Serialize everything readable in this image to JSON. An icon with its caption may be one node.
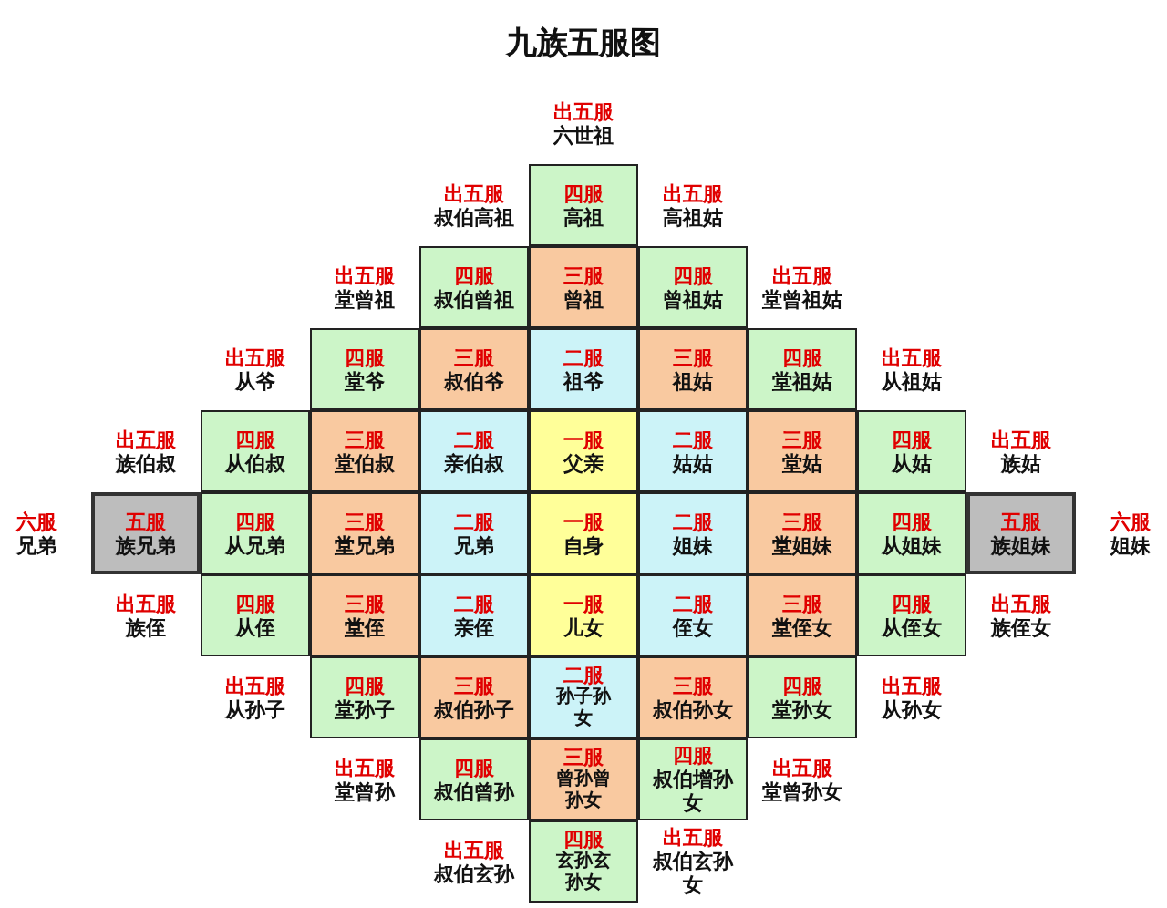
{
  "diagram": {
    "title": "九族五服图",
    "nodes": [
      {
        "text": [
          "四服",
          "高祖"
        ]
      },
      {
        "text": [
          "四服",
          "叔伯曾祖"
        ]
      },
      {
        "text": [
          "三服",
          "曾祖"
        ]
      },
      {
        "text": [
          "四服",
          "曾祖姑"
        ]
      },
      {
        "text": [
          "四服",
          "堂爷"
        ]
      },
      {
        "text": [
          "三服",
          "叔伯爷"
        ]
      },
      {
        "text": [
          "二服",
          "祖爷"
        ]
      },
      {
        "text": [
          "三服",
          "祖姑"
        ]
      },
      {
        "text": [
          "四服",
          "堂祖姑"
        ]
      },
      {
        "text": [
          "四服",
          "从伯叔"
        ]
      },
      {
        "text": [
          "三服",
          "堂伯叔"
        ]
      },
      {
        "text": [
          "二服",
          "亲伯叔"
        ]
      },
      {
        "text": [
          "一服",
          "父亲"
        ]
      },
      {
        "text": [
          "二服",
          "姑姑"
        ]
      },
      {
        "text": [
          "三服",
          "堂姑"
        ]
      },
      {
        "text": [
          "四服",
          "从姑"
        ]
      },
      {
        "text": [
          "五服",
          "族兄弟"
        ]
      },
      {
        "text": [
          "四服",
          "从兄弟"
        ]
      },
      {
        "text": [
          "三服",
          "堂兄弟"
        ]
      },
      {
        "text": [
          "二服",
          "兄弟"
        ]
      },
      {
        "text": [
          "一服",
          "自身"
        ]
      },
      {
        "text": [
          "二服",
          "姐妹"
        ]
      },
      {
        "text": [
          "三服",
          "堂姐妹"
        ]
      },
      {
        "text": [
          "四服",
          "从姐妹"
        ]
      },
      {
        "text": [
          "五服",
          "族姐妹"
        ]
      },
      {
        "text": [
          "四服",
          "从侄"
        ]
      },
      {
        "text": [
          "三服",
          "堂侄"
        ]
      },
      {
        "text": [
          "二服",
          "亲侄"
        ]
      },
      {
        "text": [
          "一服",
          "儿女"
        ]
      },
      {
        "text": [
          "二服",
          "侄女"
        ]
      },
      {
        "text": [
          "三服",
          "堂侄女"
        ]
      },
      {
        "text": [
          "四服",
          "从侄女"
        ]
      },
      {
        "text": [
          "四服",
          "堂孙子"
        ]
      },
      {
        "text": [
          "三服",
          "叔伯孙子"
        ]
      },
      {
        "text": [
          "二服",
          "孙子孙女"
        ]
      },
      {
        "text": [
          "三服",
          "叔伯孙女"
        ]
      },
      {
        "text": [
          "四服",
          "堂孙女"
        ]
      },
      {
        "text": [
          "四服",
          "叔伯曾孙"
        ]
      },
      {
        "text": [
          "三服",
          "曾孙曾孙女"
        ]
      },
      {
        "text": [
          "四服",
          "叔伯增孙女"
        ]
      },
      {
        "text": [
          "四服",
          "玄孙玄孙女"
        ]
      }
    ],
    "labels": [
      "出五服",
      "六世祖",
      "出五服",
      "叔伯高祖",
      "出五服",
      "高祖姑",
      "出五服",
      "堂曾祖",
      "出五服",
      "堂曾祖姑",
      "出五服",
      "从爷",
      "出五服",
      "从祖姑",
      "出五服",
      "族伯叔",
      "出五服",
      "族姑",
      "六服",
      "兄弟",
      "六服",
      "姐妹",
      "出五服",
      "族侄",
      "出五服",
      "族侄女",
      "出五服",
      "从孙子",
      "出五服",
      "从孙女",
      "出五服",
      "堂曾孙",
      "出五服",
      "堂曾孙女",
      "出五服",
      "叔伯玄孙",
      "出五服",
      "叔伯玄孙女"
    ]
  }
}
